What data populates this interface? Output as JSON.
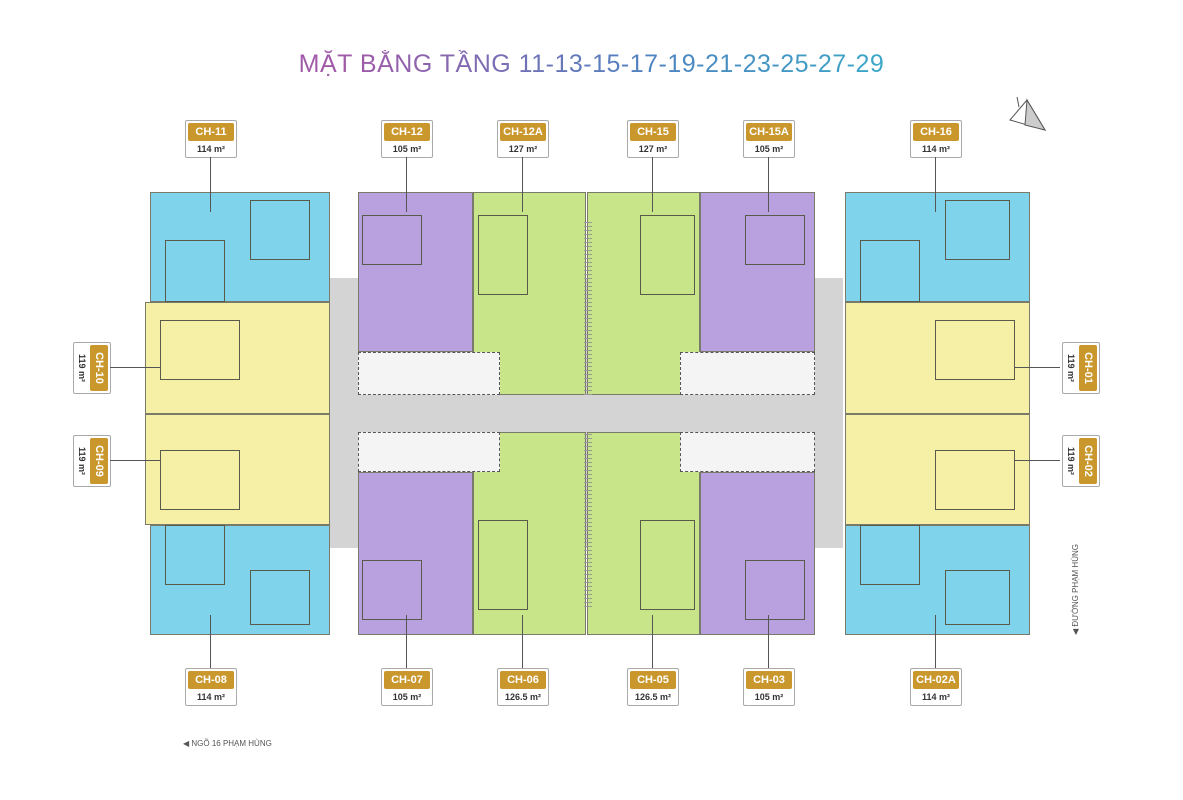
{
  "title": "MẶT BẰNG TẦNG 11-13-15-17-19-21-23-25-27-29",
  "colors": {
    "blue_unit": "#7fd3ea",
    "yellow_unit": "#f6f0a6",
    "purple_unit": "#b9a0de",
    "green_unit": "#c9e58a",
    "label": "#c9972c"
  },
  "units_top": [
    {
      "name": "CH-11",
      "area": "114 m²"
    },
    {
      "name": "CH-12",
      "area": "105 m²"
    },
    {
      "name": "CH-12A",
      "area": "127 m²"
    },
    {
      "name": "CH-15",
      "area": "127 m²"
    },
    {
      "name": "CH-15A",
      "area": "105 m²"
    },
    {
      "name": "CH-16",
      "area": "114 m²"
    }
  ],
  "units_bottom": [
    {
      "name": "CH-08",
      "area": "114 m²"
    },
    {
      "name": "CH-07",
      "area": "105 m²"
    },
    {
      "name": "CH-06",
      "area": "126.5 m²"
    },
    {
      "name": "CH-05",
      "area": "126.5 m²"
    },
    {
      "name": "CH-03",
      "area": "105 m²"
    },
    {
      "name": "CH-02A",
      "area": "114 m²"
    }
  ],
  "units_left": [
    {
      "name": "CH-10",
      "area": "119 m²"
    },
    {
      "name": "CH-09",
      "area": "119 m²"
    }
  ],
  "units_right": [
    {
      "name": "CH-01",
      "area": "119 m²"
    },
    {
      "name": "CH-02",
      "area": "119 m²"
    }
  ],
  "road_right": "ĐƯỜNG PHẠM HÙNG",
  "road_bottom": "NGÕ 16 PHẠM HÙNG",
  "compass_icon": "north-arrow"
}
